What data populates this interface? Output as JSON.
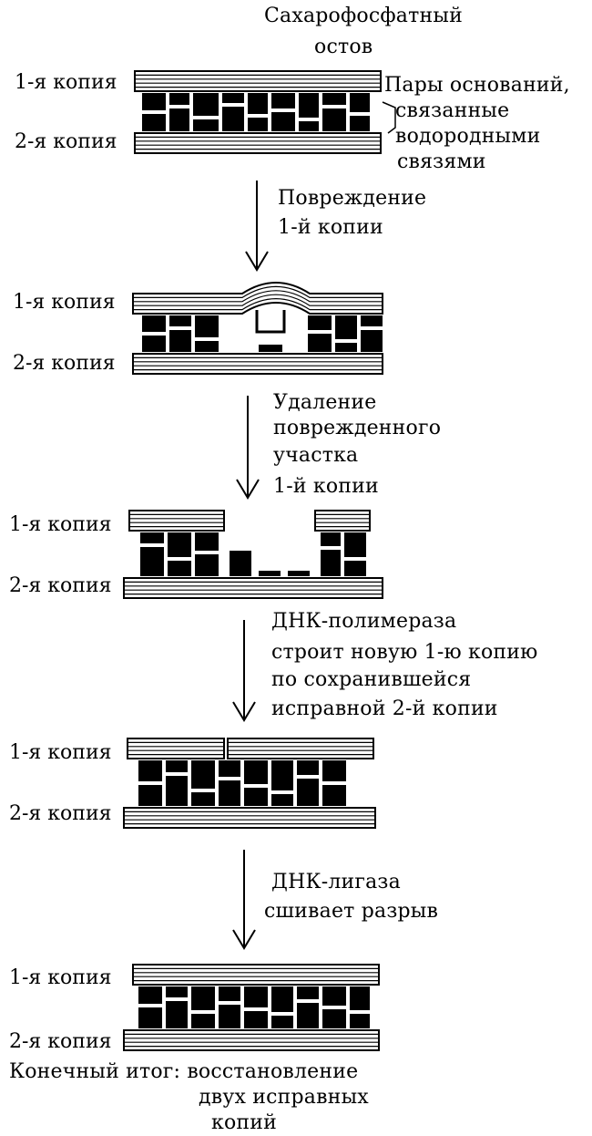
{
  "header": {
    "backbone_line1": "Сахарофосфатный",
    "backbone_line2": "остов",
    "pairs_line1": "Пары оснований,",
    "pairs_line2": "связанные",
    "pairs_line3": "водородными",
    "pairs_line4": "связями"
  },
  "strand_labels": {
    "copy1": "1-я копия",
    "copy2": "2-я копия"
  },
  "steps": [
    {
      "line1": "Повреждение",
      "line2": "1-й копии"
    },
    {
      "line1": "Удаление",
      "line2": "поврежденного",
      "line3": "участка",
      "line4": "1-й копии"
    },
    {
      "line1": "ДНК-полимераза",
      "line2": "строит новую 1-ю копию",
      "line3": "по сохранившейся",
      "line4": "исправной 2-й копии"
    },
    {
      "line1": "ДНК-лигаза",
      "line2": "сшивает разрыв"
    }
  ],
  "result": {
    "line1": "Конечный итог: восстановление",
    "line2": "двух исправных",
    "line3": "копий"
  }
}
